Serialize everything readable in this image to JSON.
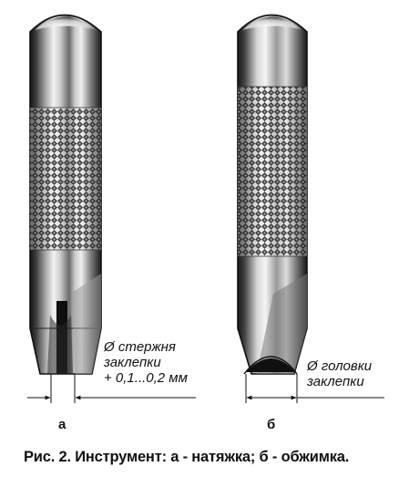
{
  "figure": {
    "tool_a": {
      "dimension_label_lines": [
        "Ø стержня",
        "заклепки",
        "+ 0,1...0,2 мм"
      ],
      "letter": "а"
    },
    "tool_b": {
      "dimension_label_lines": [
        "Ø головки",
        "заклепки"
      ],
      "letter": "б"
    },
    "caption": "Рис. 2. Инструмент: а - натяжка; б - обжимка."
  },
  "colors": {
    "ink": "#111111",
    "steel_dark": "#1e1e1e",
    "steel_mid": "#8a8a8a",
    "steel_light": "#eeeeee",
    "background": "#ffffff"
  }
}
